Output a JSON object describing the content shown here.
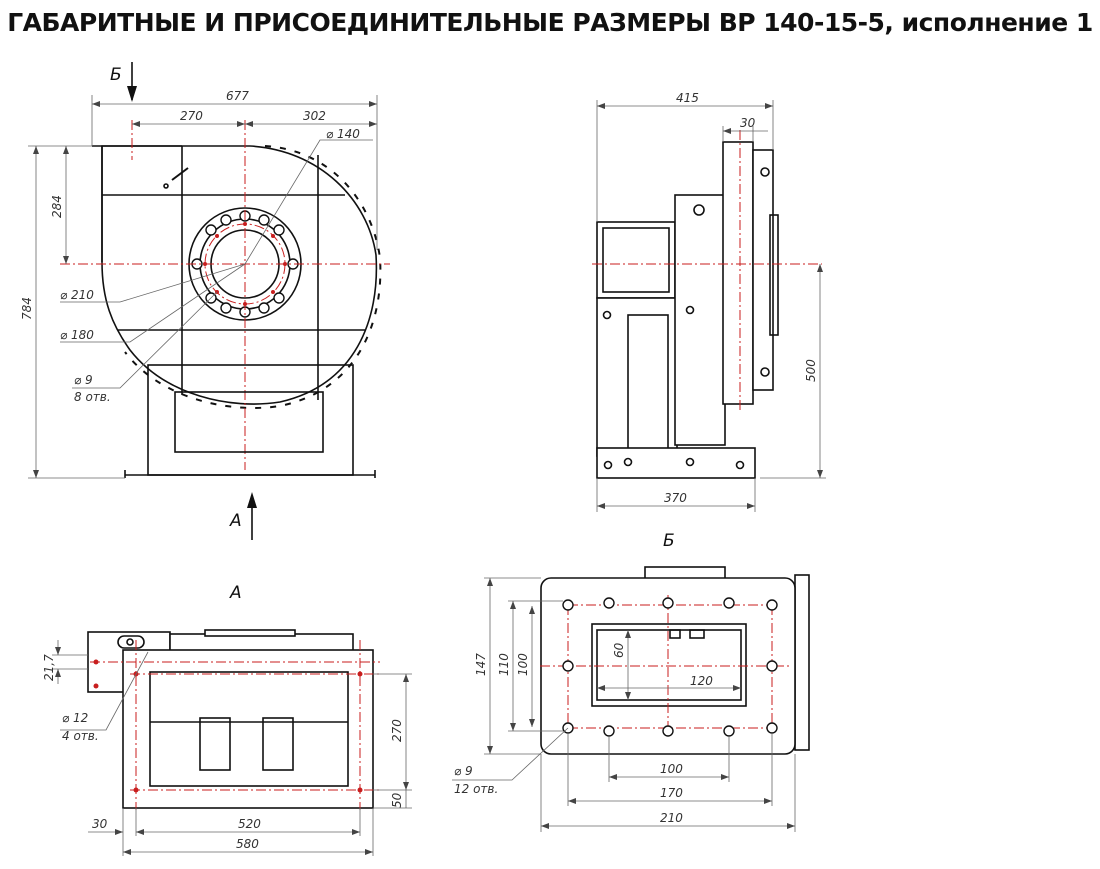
{
  "title": "ГАБАРИТНЫЕ И ПРИСОЕДИНИТЕЛЬНЫЕ РАЗМЕРЫ ВР 140-15-5, исполнение 1",
  "view_labels": {
    "b_arrow": "Б",
    "a_arrow": "А",
    "view_a": "А",
    "view_b": "Б"
  },
  "front_view": {
    "width_total": "677",
    "width_left": "270",
    "width_right": "302",
    "height_total": "784",
    "height_axis": "284",
    "dia_140": "⌀ 140",
    "dia_210": "⌀ 210",
    "dia_180": "⌀ 180",
    "dia_9": "⌀ 9",
    "holes_8": "8 отв."
  },
  "side_view": {
    "depth_total": "415",
    "flange": "30",
    "axis_height": "500",
    "base": "370"
  },
  "view_a": {
    "dim_21_7": "21,7",
    "dia_12": "⌀ 12",
    "holes_4": "4 отв.",
    "dim_270": "270",
    "dim_50": "50",
    "dim_30": "30",
    "dim_520": "520",
    "dim_580": "580"
  },
  "view_b": {
    "dim_147": "147",
    "dim_110": "110",
    "dim_100v": "100",
    "dim_60": "60",
    "dim_120": "120",
    "dim_100h": "100",
    "dim_170": "170",
    "dim_210": "210",
    "dia_9": "⌀ 9",
    "holes_12": "12 отв."
  }
}
